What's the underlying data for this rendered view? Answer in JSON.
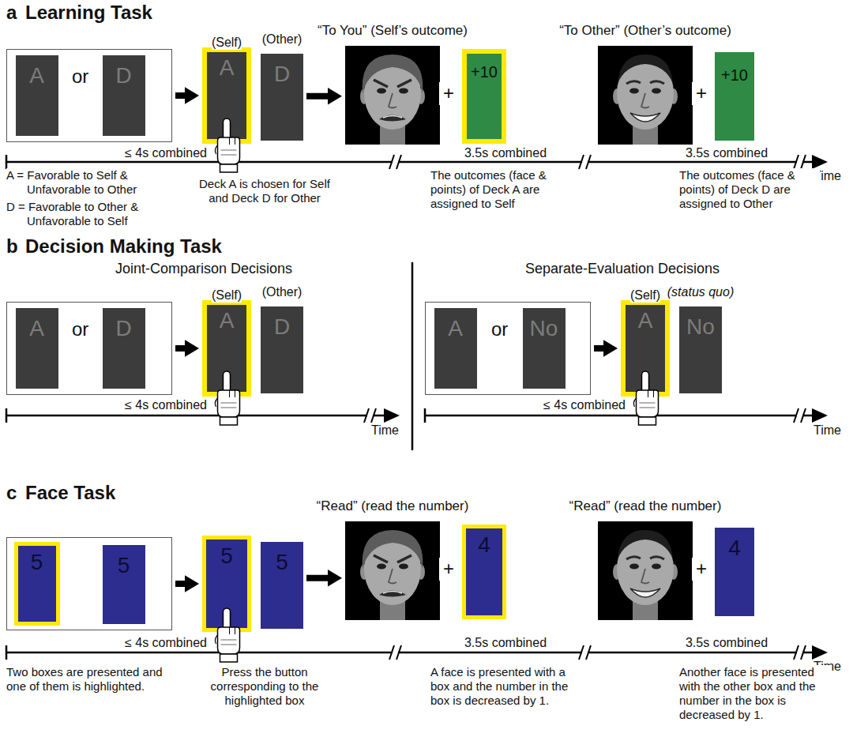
{
  "diagram": {
    "nodes": [
      {
        "text": [
          "or"
        ]
      },
      {
        "text": [
          "A"
        ],
        "in": 0
      },
      {
        "text": [
          "D"
        ],
        "in": 0
      },
      {
        "text": [
          "(Self)",
          "A"
        ]
      },
      {
        "text": [
          "(Other)",
          "D"
        ]
      },
      {
        "text": [
          "“To You” (Self’s outcome)"
        ]
      },
      {
        "text": [
          "+10"
        ]
      },
      {
        "text": [
          "“To Other” (Other’s outcome)"
        ]
      },
      {
        "text": [
          "+10"
        ]
      },
      {
        "text": [
          "or"
        ]
      },
      {
        "text": [
          "A"
        ],
        "in": 9
      },
      {
        "text": [
          "D"
        ],
        "in": 9
      },
      {
        "text": [
          "(Self)",
          "A"
        ]
      },
      {
        "text": [
          "(Other)",
          "D"
        ]
      },
      {
        "text": [
          "or"
        ]
      },
      {
        "text": [
          "A"
        ],
        "in": 14
      },
      {
        "text": [
          "No"
        ],
        "in": 14
      },
      {
        "text": [
          "(Self)",
          "A"
        ]
      },
      {
        "text": [
          "(status quo)",
          "No"
        ]
      },
      {
        "text": []
      },
      {
        "text": [
          "5"
        ],
        "in": 19
      },
      {
        "text": [
          "5"
        ],
        "in": 19
      },
      {
        "text": [
          "5"
        ]
      },
      {
        "text": [
          "5"
        ]
      },
      {
        "text": [
          "“Read” (read the number)"
        ]
      },
      {
        "text": [
          "4"
        ]
      },
      {
        "text": [
          "“Read” (read the number)"
        ]
      },
      {
        "text": [
          "4"
        ]
      }
    ],
    "edges": [
      {
        "from": 0,
        "to": 3,
        "arrow": "to"
      },
      {
        "from": 4,
        "to": 5,
        "arrow": "to"
      },
      {
        "from": 9,
        "to": 12,
        "arrow": "to"
      },
      {
        "from": 14,
        "to": 17,
        "arrow": "to"
      },
      {
        "from": 19,
        "to": 22,
        "arrow": "to"
      },
      {
        "from": 23,
        "to": 24,
        "arrow": "to"
      }
    ],
    "labels": [
      "a",
      "Learning Task",
      "≤ 4s combined",
      "3.5s combined",
      "3.5s combined",
      "Time",
      "A = Favorable to Self & Unfavorable to Other",
      "D = Favorable to Other & Unfavorable to Self",
      "Deck A is chosen for Self and Deck D for Other",
      "The outcomes (face & points) of Deck A are assigned to Self",
      "The outcomes (face & points) of Deck D are assigned to Other",
      "+",
      "+",
      "b",
      "Decision Making Task",
      "Joint-Comparison Decisions",
      "Separate-Evaluation Decisions",
      "≤ 4s combined",
      "Time",
      "≤ 4s combined",
      "Time",
      "c",
      "Face Task",
      "+",
      "+",
      "≤ 4s combined",
      "3.5s combined",
      "3.5s combined",
      "Time",
      "Two boxes are presented and one of them is highlighted.",
      "Press the button corresponding to the highlighted box",
      "A face is presented with a box and the number in the box is decreased by 1.",
      "Another face is presented with the other box and the number in the box is decreased by 1."
    ]
  }
}
